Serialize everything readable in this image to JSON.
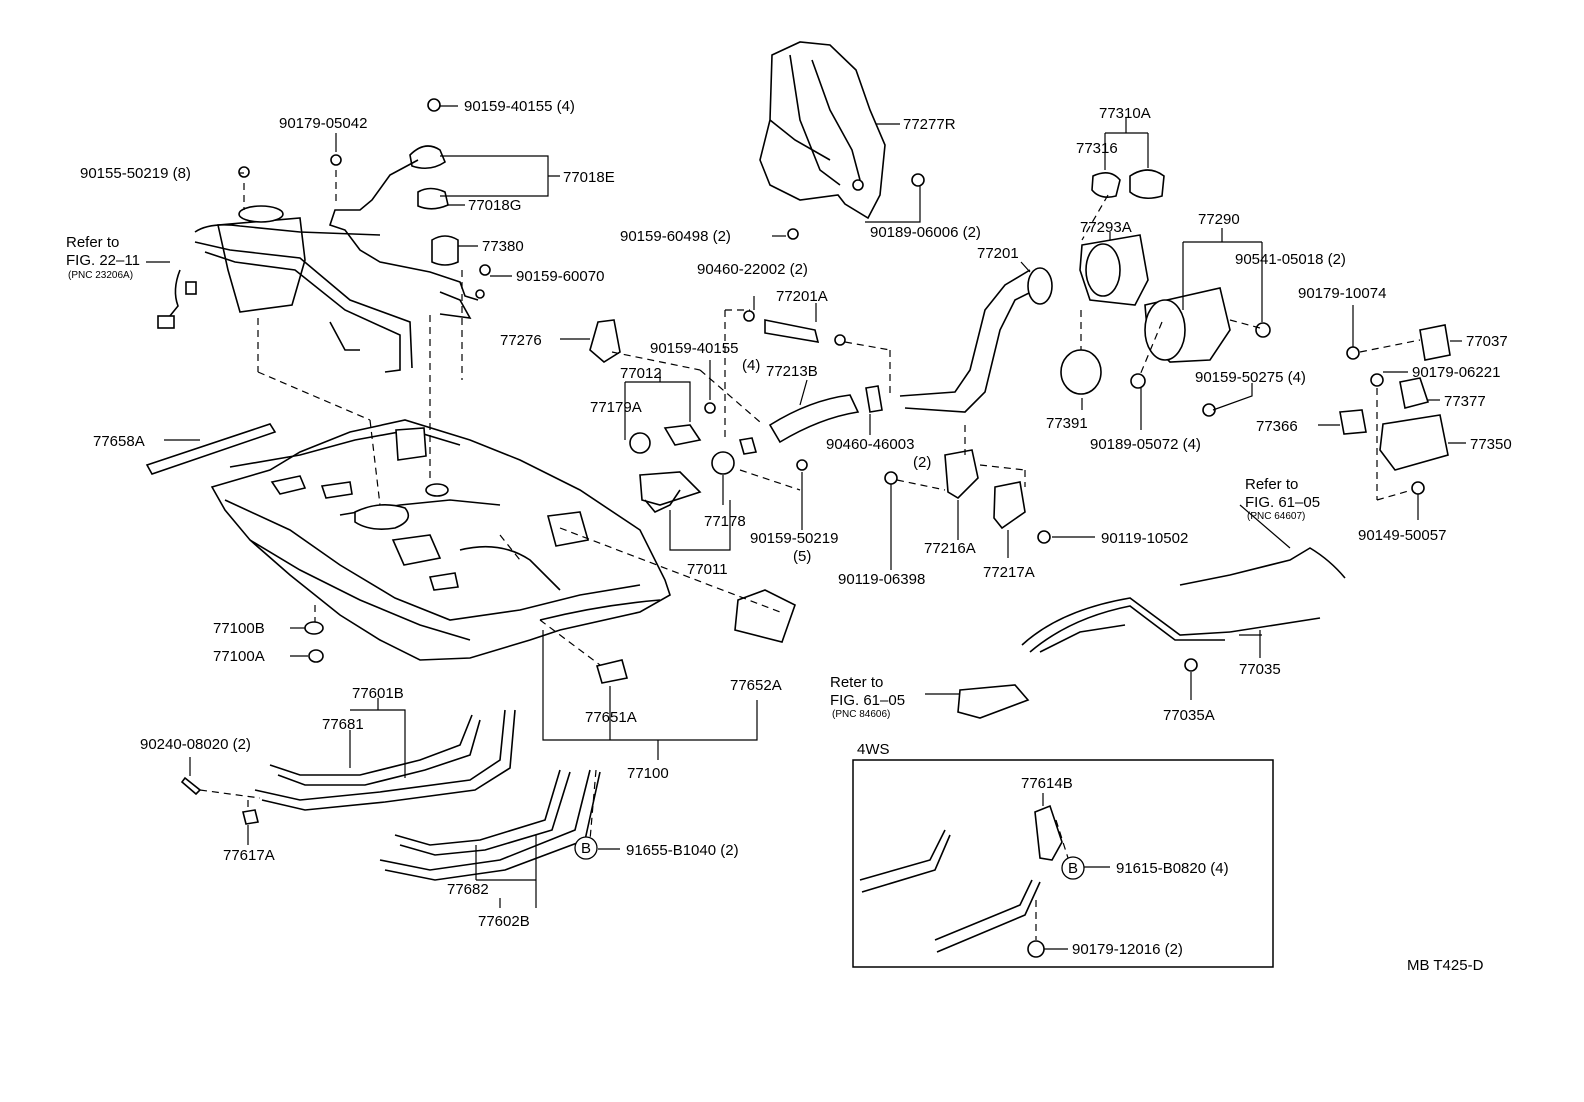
{
  "labels": {
    "p90159_40155_top": "90159-40155 (4)",
    "p90179_05042": "90179-05042",
    "p90155_50219": "90155-50219 (8)",
    "p77018E": "77018E",
    "p77018G": "77018G",
    "p77380": "77380",
    "p90159_60070": "90159-60070",
    "p77277R": "77277R",
    "p90159_60498": "90159-60498 (2)",
    "p90189_06006": "90189-06006 (2)",
    "p77310A": "77310A",
    "p77316": "77316",
    "p77293A": "77293A",
    "p77290": "77290",
    "p77201": "77201",
    "p90541_05018": "90541-05018 (2)",
    "p90179_10074": "90179-10074",
    "p77037": "77037",
    "p90179_06221": "90179-06221",
    "p77377": "77377",
    "p77366": "77366",
    "p77350": "77350",
    "p90149_50057": "90149-50057",
    "p90460_22002": "90460-22002 (2)",
    "p77201A": "77201A",
    "p77276": "77276",
    "p90159_40155_mid": "90159-40155",
    "p90159_40155_mid_qty": "(4)",
    "p77012": "77012",
    "p77213B": "77213B",
    "p77179A": "77179A",
    "p90460_46003": "90460-46003",
    "p90460_46003_qty": "(2)",
    "p77391": "77391",
    "p90189_05072": "90189-05072 (4)",
    "p90159_50275": "90159-50275 (4)",
    "p77658A": "77658A",
    "p77178": "77178",
    "p90159_50219": "90159-50219",
    "p90159_50219_qty": "(5)",
    "p77011": "77011",
    "p90119_06398": "90119-06398",
    "p77216A": "77216A",
    "p77217A": "77217A",
    "p90119_10502": "90119-10502",
    "p77100B": "77100B",
    "p77100A": "77100A",
    "p77652A": "77652A",
    "p77651A": "77651A",
    "p77100": "77100",
    "p77601B": "77601B",
    "p77681": "77681",
    "p90240_08020": "90240-08020 (2)",
    "p77617A": "77617A",
    "p77682": "77682",
    "p77602B": "77602B",
    "p91655_B1040": "91655-B1040 (2)",
    "p77035": "77035",
    "p77035A": "77035A",
    "p77614B": "77614B",
    "p91615_B0820": "91615-B0820 (4)",
    "p90179_12016": "90179-12016 (2)",
    "box_4ws": "4WS",
    "callout_b": "B",
    "doc_code": "MB T425-D"
  },
  "refs": {
    "fig22_line1": "Refer to",
    "fig22_line2": "FIG. 22–11",
    "fig22_line3": "(PNC 23206A)",
    "fig61a_line1": "Refer to",
    "fig61a_line2": "FIG. 61–05",
    "fig61a_line3": "(PNC 64607)",
    "fig61b_line1": "Reter to",
    "fig61b_line2": "FIG. 61–05",
    "fig61b_line3": "(PNC 84606)"
  }
}
